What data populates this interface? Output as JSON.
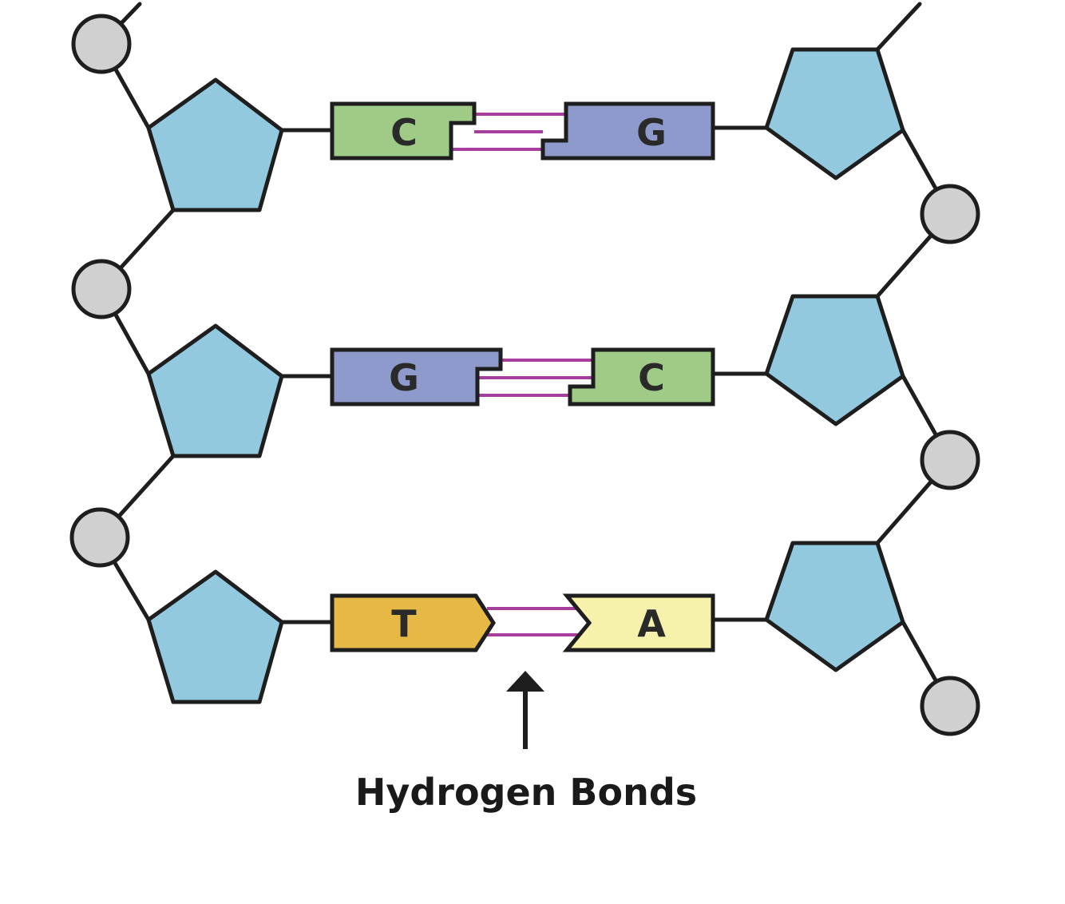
{
  "diagram": {
    "annotation": "Hydrogen Bonds",
    "pairs": [
      {
        "left": "C",
        "right": "G",
        "hydrogen_bond_count": 3
      },
      {
        "left": "G",
        "right": "C",
        "hydrogen_bond_count": 3
      },
      {
        "left": "T",
        "right": "A",
        "hydrogen_bond_count": 2
      }
    ]
  },
  "colors": {
    "sugar": "#93c9df",
    "phosphate": "#d0d0d0",
    "cytosine": "#9fcb86",
    "guanine": "#8e9acb",
    "thymine": "#e6b845",
    "adenine": "#f7f2ab",
    "hydrogen_bond": "#a63e9c",
    "outline": "#1e1e1e"
  },
  "icons": {
    "sugar": "pentagon-shape",
    "phosphate": "circle-shape",
    "arrow": "arrow-up-icon"
  }
}
